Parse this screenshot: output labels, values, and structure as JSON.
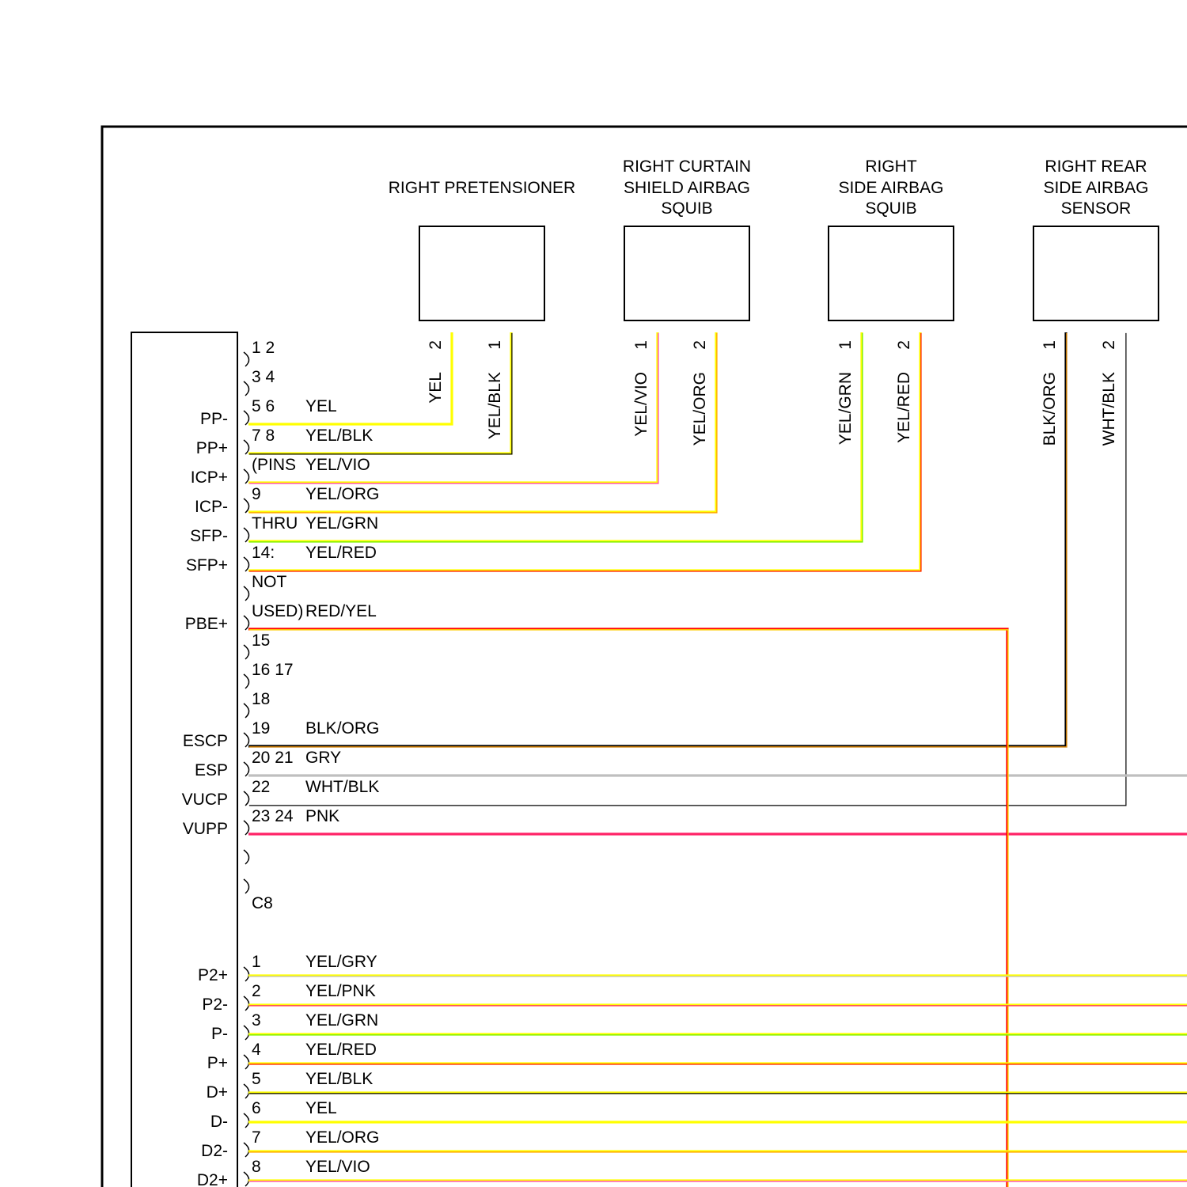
{
  "components": [
    {
      "id": "right-pretensioner",
      "title": [
        "RIGHT PRETENSIONER"
      ],
      "pins": [
        {
          "num": "2",
          "color": "YEL"
        },
        {
          "num": "1",
          "color": "YEL/BLK"
        }
      ]
    },
    {
      "id": "right-curtain-shield-airbag-squib",
      "title": [
        "RIGHT CURTAIN",
        "SHIELD AIRBAG",
        "SQUIB"
      ],
      "pins": [
        {
          "num": "1",
          "color": "YEL/VIO"
        },
        {
          "num": "2",
          "color": "YEL/ORG"
        }
      ]
    },
    {
      "id": "right-side-airbag-squib",
      "title": [
        "RIGHT",
        "SIDE AIRBAG",
        "SQUIB"
      ],
      "pins": [
        {
          "num": "1",
          "color": "YEL/GRN"
        },
        {
          "num": "2",
          "color": "YEL/RED"
        }
      ]
    },
    {
      "id": "right-rear-side-airbag-sensor",
      "title": [
        "RIGHT REAR",
        "SIDE AIRBAG",
        "SENSOR"
      ],
      "pins": [
        {
          "num": "1",
          "color": "BLK/ORG"
        },
        {
          "num": "2",
          "color": "WHT/BLK"
        }
      ]
    }
  ],
  "connector_c8": {
    "name": "C8",
    "rows": [
      {
        "pin": "1 2",
        "signal": "",
        "color": ""
      },
      {
        "pin": "3 4",
        "signal": "",
        "color": ""
      },
      {
        "pin": "5 6",
        "signal": "PP-",
        "color": "YEL"
      },
      {
        "pin": "7 8",
        "signal": "PP+",
        "color": "YEL/BLK"
      },
      {
        "pin": "(PINS",
        "signal": "ICP+",
        "color": "YEL/VIO"
      },
      {
        "pin": "9",
        "signal": "ICP-",
        "color": "YEL/ORG"
      },
      {
        "pin": "THRU",
        "signal": "SFP-",
        "color": "YEL/GRN"
      },
      {
        "pin": "14:",
        "signal": "SFP+",
        "color": "YEL/RED"
      },
      {
        "pin": "NOT",
        "signal": "",
        "color": ""
      },
      {
        "pin": "USED)",
        "signal": "PBE+",
        "color": "RED/YEL"
      },
      {
        "pin": "15",
        "signal": "",
        "color": ""
      },
      {
        "pin": "16 17",
        "signal": "",
        "color": ""
      },
      {
        "pin": "18",
        "signal": "",
        "color": ""
      },
      {
        "pin": "19",
        "signal": "ESCP",
        "color": "BLK/ORG"
      },
      {
        "pin": "20 21",
        "signal": "ESP",
        "color": "GRY"
      },
      {
        "pin": "22",
        "signal": "VUCP",
        "color": "WHT/BLK"
      },
      {
        "pin": "23 24",
        "signal": "VUPP",
        "color": "PNK"
      }
    ]
  },
  "connector_lower": {
    "rows": [
      {
        "pin": "1",
        "signal": "P2+",
        "color": "YEL/GRY"
      },
      {
        "pin": "2",
        "signal": "P2-",
        "color": "YEL/PNK"
      },
      {
        "pin": "3",
        "signal": "P-",
        "color": "YEL/GRN"
      },
      {
        "pin": "4",
        "signal": "P+",
        "color": "YEL/RED"
      },
      {
        "pin": "5",
        "signal": "D+",
        "color": "YEL/BLK"
      },
      {
        "pin": "6",
        "signal": "D-",
        "color": "YEL"
      },
      {
        "pin": "7",
        "signal": "D2-",
        "color": "YEL/ORG"
      },
      {
        "pin": "8",
        "signal": "D2+",
        "color": "YEL/VIO"
      }
    ]
  },
  "colors": {
    "YEL": "#ffff00",
    "BLK": "#000000",
    "VIO": "#ff33cc",
    "ORG": "#ff9900",
    "GRN": "#66ee00",
    "RED": "#ff0000",
    "GRY": "#bfbfbf",
    "WHT": "#ffffff",
    "PNK": "#ff2266"
  }
}
